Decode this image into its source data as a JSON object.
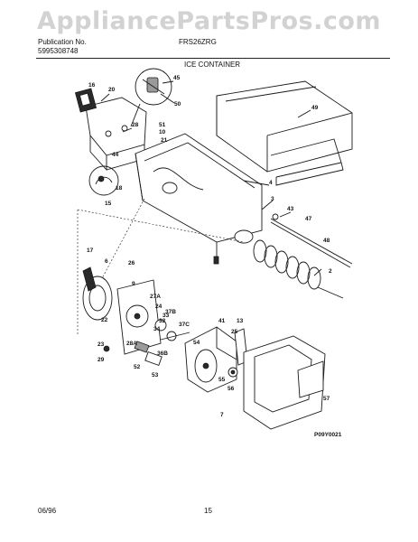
{
  "watermark": "AppliancePartsPros.com",
  "header": {
    "publication_label": "Publication No.",
    "publication_number": "5995308748",
    "model": "FRS26ZRG",
    "section_title": "ICE CONTAINER"
  },
  "diagram": {
    "figure_code": "P09Y0021",
    "callouts": [
      "16",
      "20",
      "45",
      "50",
      "49",
      "28",
      "51",
      "10",
      "21",
      "44",
      "18",
      "15",
      "4",
      "3",
      "43",
      "47",
      "48",
      "2",
      "17",
      "6",
      "26",
      "9",
      "27A",
      "24",
      "22",
      "37B",
      "33",
      "32",
      "37C",
      "41",
      "13",
      "23",
      "25",
      "34",
      "29",
      "28A",
      "36B",
      "53",
      "54",
      "52",
      "55",
      "56",
      "7",
      "57"
    ]
  },
  "footer": {
    "date": "06/96",
    "page": "15"
  }
}
